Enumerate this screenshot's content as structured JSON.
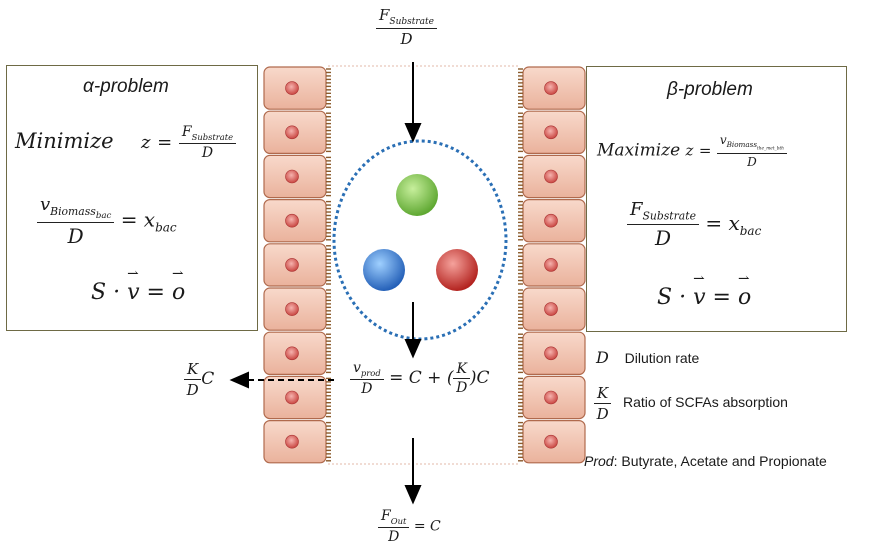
{
  "alpha": {
    "title": "α-problem",
    "objective_word": "Minimize",
    "objective_lhs": "z",
    "objective_num": "F",
    "objective_num_sub": "Substrate",
    "objective_den": "D",
    "constraint_num": "v",
    "constraint_num_sub": "Biomass",
    "constraint_num_subsub": "bac",
    "constraint_den": "D",
    "constraint_rhs": "= x",
    "constraint_rhs_sub": "bac",
    "stoich": "S · v = o"
  },
  "beta": {
    "title": "β-problem",
    "objective_word": "Maximize",
    "objective_lhs": "z",
    "objective_num": "v",
    "objective_num_sub": "Biomass",
    "objective_num_subsub": "the_met_bth",
    "objective_den": "D",
    "constraint_num": "F",
    "constraint_num_sub": "Substrate",
    "constraint_den": "D",
    "constraint_rhs": "= x",
    "constraint_rhs_sub": "bac",
    "stoich": "S · v = o"
  },
  "inflow": {
    "num": "F",
    "num_sub": "Substrate",
    "den": "D"
  },
  "outflow": {
    "num": "F",
    "num_sub": "Out",
    "den": "D",
    "rhs": "= C"
  },
  "production": {
    "num": "v",
    "num_sub": "prod",
    "den": "D",
    "rhs_a": "= C + (",
    "k": "K",
    "d": "D",
    "rhs_b": ")C"
  },
  "absorption": {
    "num": "K",
    "den": "D",
    "rhs": "C"
  },
  "legend": {
    "dilution_symbol": "D",
    "dilution_text": "Dilution rate",
    "ratio_num": "K",
    "ratio_den": "D",
    "ratio_text": "Ratio of SCFAs absorption",
    "prod_label": "Prod",
    "prod_text": ": Butyrate, Acetate and Propionate"
  },
  "colors": {
    "cell_fill": "#f2c6b4",
    "cell_border": "#b06a4d",
    "nucleus": "#d9534f",
    "villi": "#8a5a2b",
    "ellipse": "#2a6fb5",
    "green": "#6db33f",
    "blue": "#2f7ed0",
    "red": "#c0302c",
    "box_border": "#6e6a45"
  }
}
